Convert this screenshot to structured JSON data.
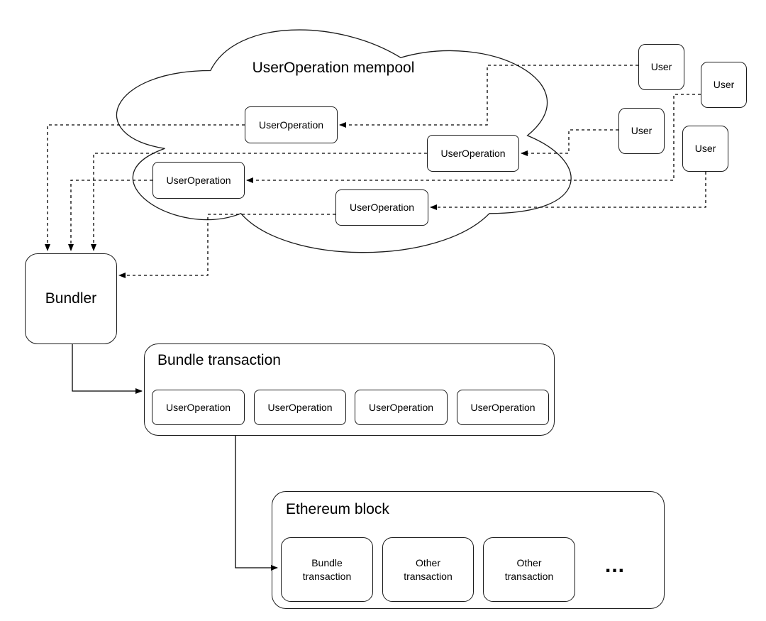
{
  "mempool": {
    "title": "UserOperation mempool",
    "operations": [
      {
        "label": "UserOperation"
      },
      {
        "label": "UserOperation"
      },
      {
        "label": "UserOperation"
      },
      {
        "label": "UserOperation"
      }
    ]
  },
  "users": [
    {
      "label": "User"
    },
    {
      "label": "User"
    },
    {
      "label": "User"
    },
    {
      "label": "User"
    }
  ],
  "bundler": {
    "label": "Bundler"
  },
  "bundle_transaction": {
    "title": "Bundle transaction",
    "operations": [
      {
        "label": "UserOperation"
      },
      {
        "label": "UserOperation"
      },
      {
        "label": "UserOperation"
      },
      {
        "label": "UserOperation"
      }
    ]
  },
  "ethereum_block": {
    "title": "Ethereum block",
    "transactions": [
      {
        "line1": "Bundle",
        "line2": "transaction"
      },
      {
        "line1": "Other",
        "line2": "transaction"
      },
      {
        "line1": "Other",
        "line2": "transaction"
      }
    ],
    "ellipsis": "..."
  },
  "colors": {
    "stroke": "#1a1a1a",
    "line": "#000000",
    "background": "#ffffff",
    "text": "#000000"
  }
}
